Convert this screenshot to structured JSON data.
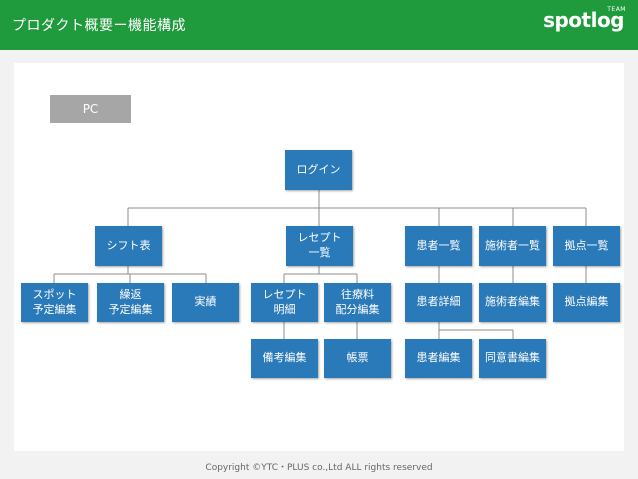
{
  "header": {
    "title": "プロダクト概要ー機能構成",
    "logo_text": "spotlog",
    "logo_sub": "TEAM"
  },
  "badge": {
    "label": "PC"
  },
  "nodes": {
    "login": "ログイン",
    "shift_table": "シフト表",
    "receipt_list": "レセプト\n一覧",
    "patient_list": "患者一覧",
    "practitioner_list": "施術者一覧",
    "base_list": "拠点一覧",
    "spot_schedule_edit": "スポット\n予定編集",
    "recurring_schedule_edit": "繰返\n予定編集",
    "actual_results": "実績",
    "receipt_detail": "レセプト\n明細",
    "fee_allocation_edit": "往療料\n配分編集",
    "patient_detail": "患者詳細",
    "practitioner_edit": "施術者編集",
    "base_edit": "拠点編集",
    "remarks_edit": "備考編集",
    "ledger": "帳票",
    "patient_edit": "患者編集",
    "consent_edit": "同意書編集"
  },
  "footer": {
    "copyright": "Copyright ©YTC・PLUS co.,Ltd ALL rights reserved"
  }
}
